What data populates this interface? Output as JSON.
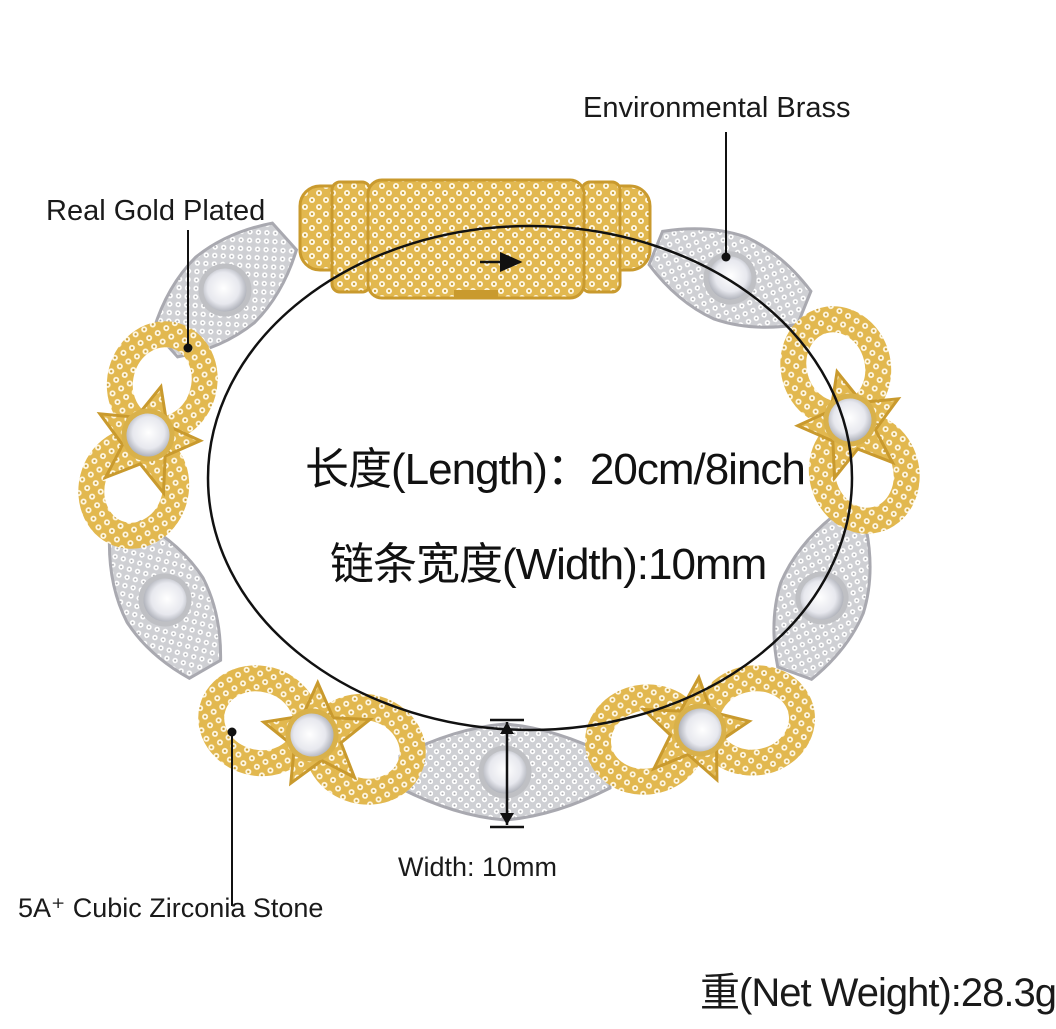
{
  "labels": {
    "environmental_brass": "Environmental Brass",
    "real_gold_plated": "Real Gold Plated",
    "stone": "5A⁺ Cubic Zirconia Stone",
    "width_callout": "Width: 10mm",
    "net_weight": "重(Net Weight):28.3g"
  },
  "specs": {
    "length": "长度(Length)：20cm/8inch",
    "chain_width": "链条宽度(Width):10mm"
  },
  "colors": {
    "gold": "#e8c25a",
    "gold_dark": "#c99a2e",
    "silver": "#e6e6e9",
    "silver_dark": "#a9a9b0",
    "line": "#111111"
  }
}
